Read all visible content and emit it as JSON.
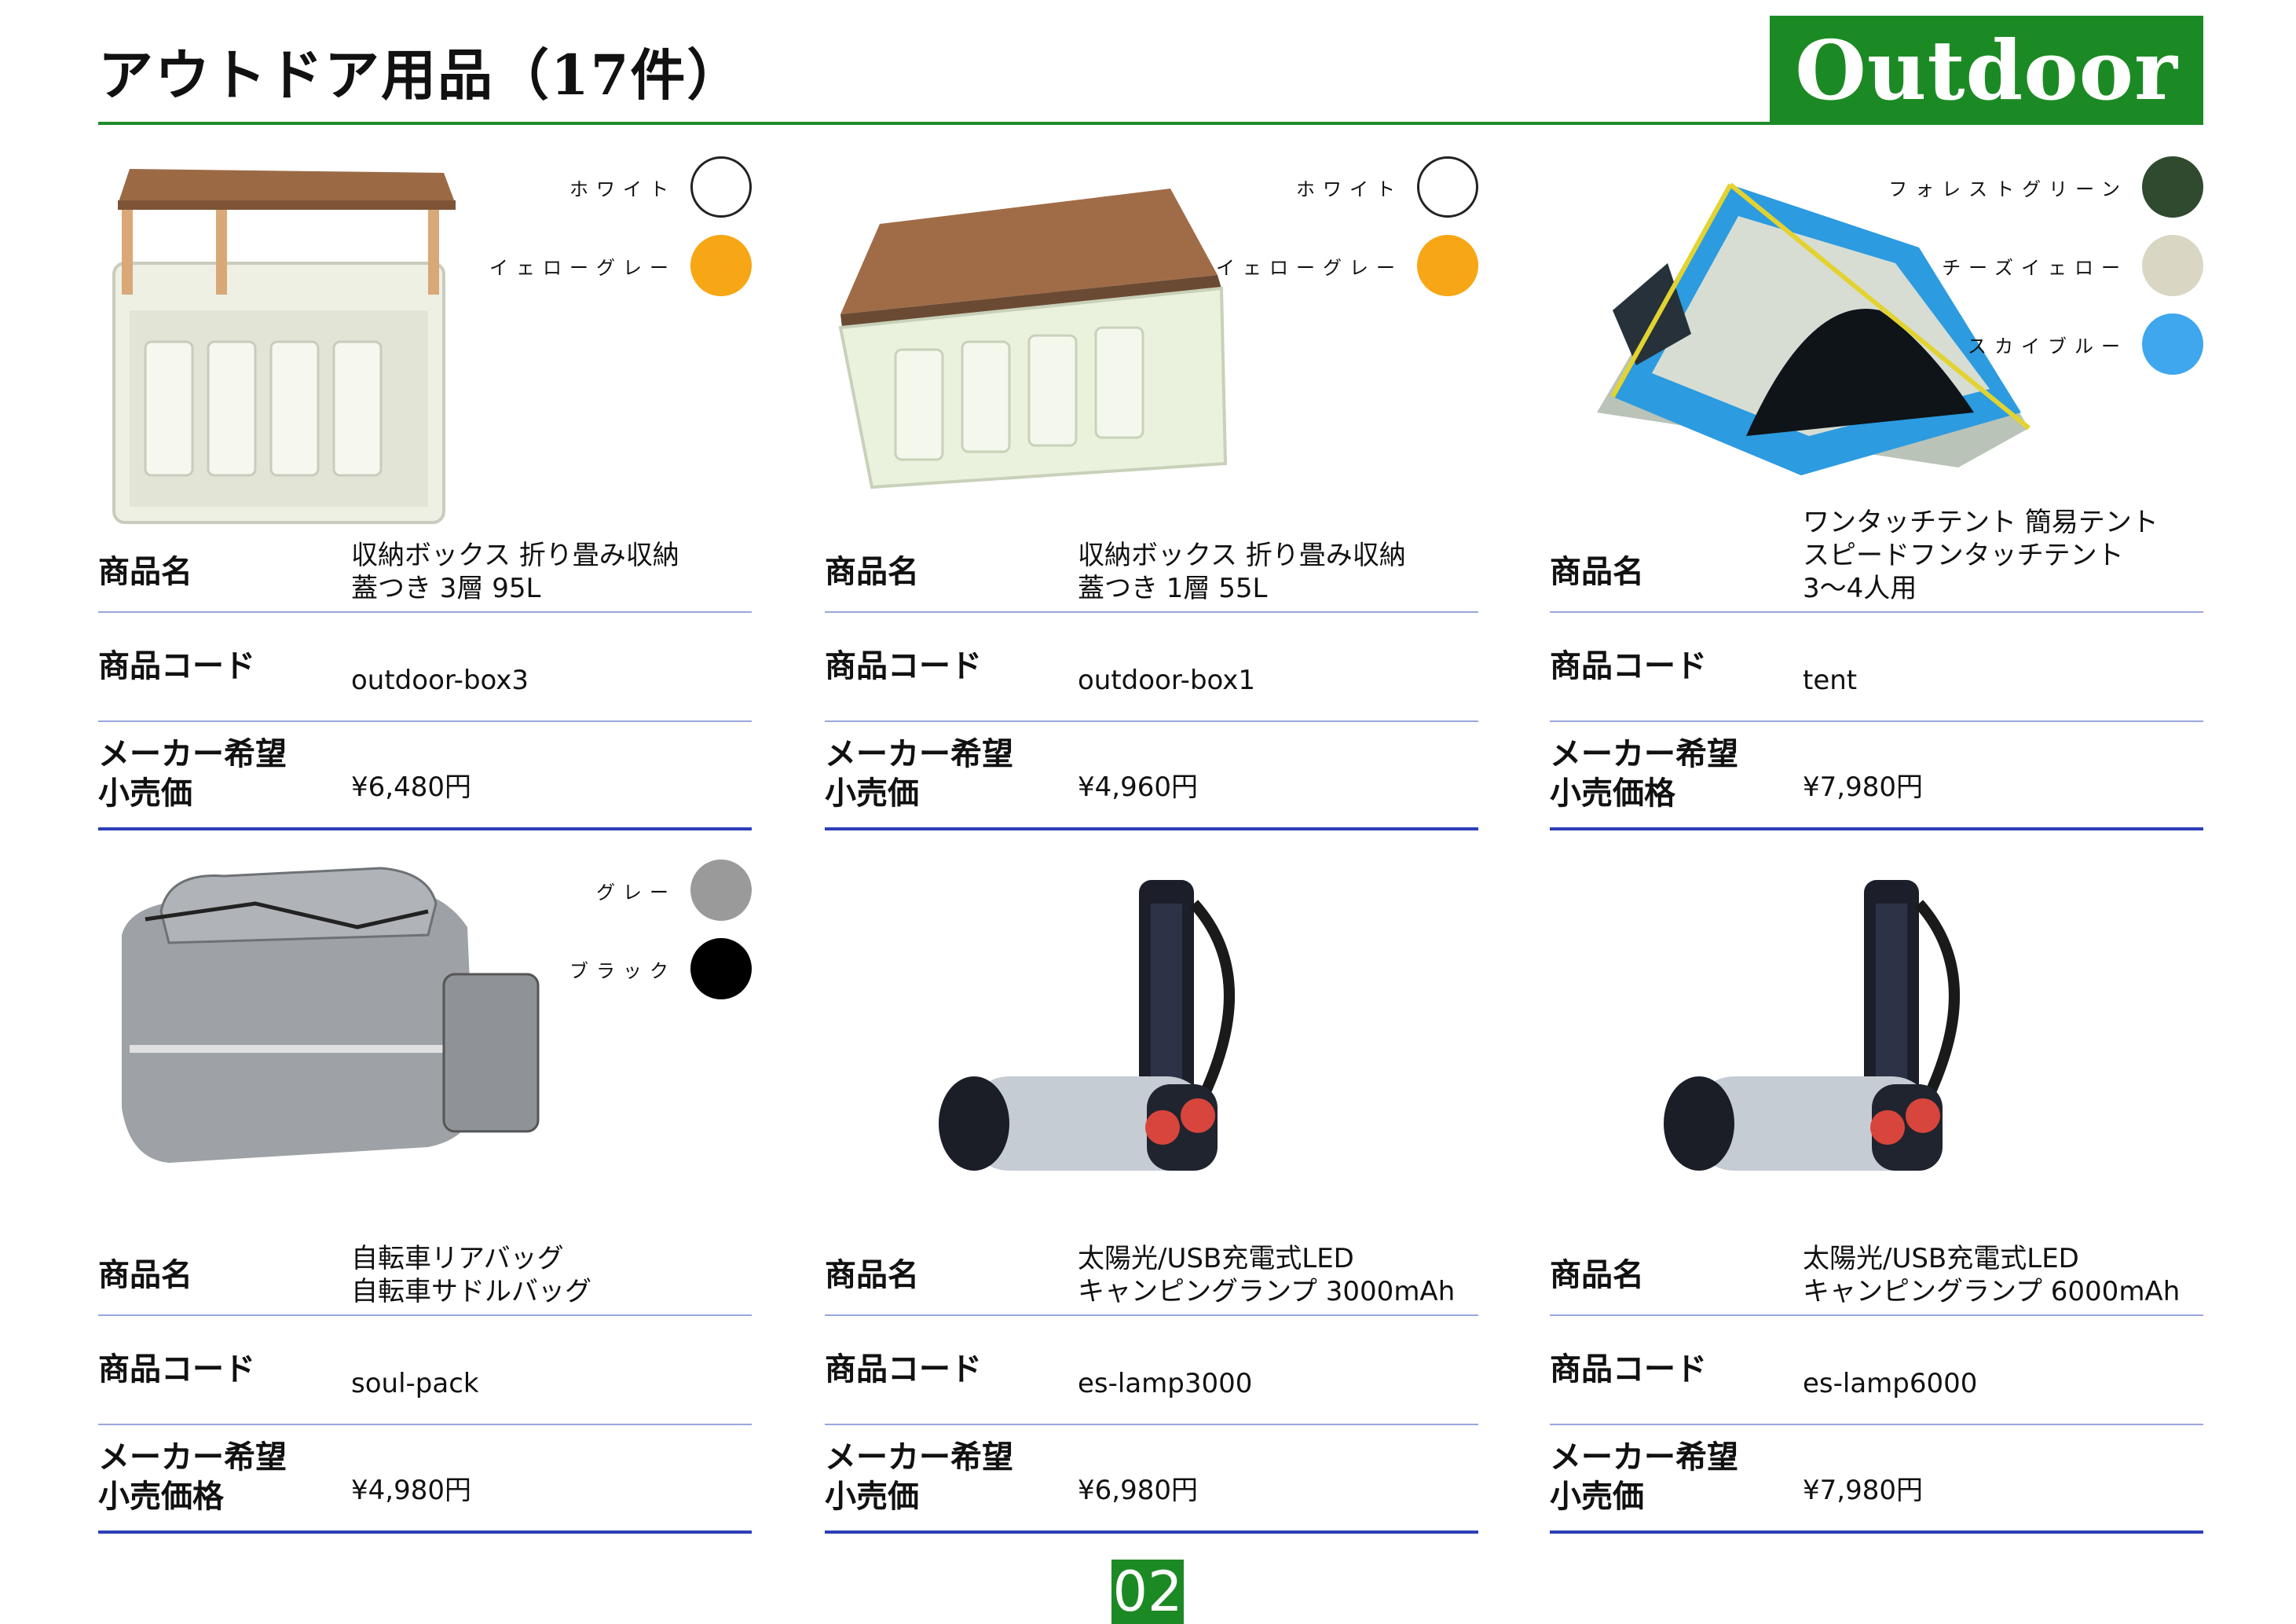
{
  "header": {
    "title": "アウトドア用品（17件）",
    "brand": "Outdoor"
  },
  "labels": {
    "name": "商品名",
    "code": "商品コード",
    "price_a": "メーカー希望\n小売価",
    "price_b": "メーカー希望\n小売価格"
  },
  "products": [
    {
      "icon": "storage-box-3tier-image",
      "name": "収納ボックス 折り畳み収納\n蓋つき 3層 95L",
      "code": "outdoor-box3",
      "price_label": "メーカー希望\n小売価",
      "price": "¥6,480円",
      "colors": [
        {
          "name": "ホワイト",
          "hex": "#ffffff"
        },
        {
          "name": "イェローグレー",
          "hex": "#f7a615"
        }
      ]
    },
    {
      "icon": "storage-box-1tier-image",
      "name": "収納ボックス 折り畳み収納\n蓋つき 1層 55L",
      "code": "outdoor-box1",
      "price_label": "メーカー希望\n小売価",
      "price": "¥4,960円",
      "colors": [
        {
          "name": "ホワイト",
          "hex": "#ffffff"
        },
        {
          "name": "イェローグレー",
          "hex": "#f7a615"
        }
      ]
    },
    {
      "icon": "tent-image",
      "name": "ワンタッチテント 簡易テント\nスピードフンタッチテント\n3〜4人用",
      "code": "tent",
      "price_label": "メーカー希望\n小売価格",
      "price": "¥7,980円",
      "colors": [
        {
          "name": "フォレストグリーン",
          "hex": "#2f4a2e"
        },
        {
          "name": "チーズイェロー",
          "hex": "#d9d6c4"
        },
        {
          "name": "スカイブルー",
          "hex": "#3ea7ee"
        }
      ]
    },
    {
      "icon": "bike-bag-image",
      "name": "自転車リアバッグ\n自転車サドルバッグ",
      "code": "soul-pack",
      "price_label": "メーカー希望\n小売価格",
      "price": "¥4,980円",
      "colors": [
        {
          "name": "グレー",
          "hex": "#9a9a9a"
        },
        {
          "name": "ブラック",
          "hex": "#000000"
        }
      ]
    },
    {
      "icon": "camping-lamp-image",
      "name": "太陽光/USB充電式LED\nキャンピングランプ 3000mAh",
      "code": "es-lamp3000",
      "price_label": "メーカー希望\n小売価",
      "price": "¥6,980円",
      "colors": []
    },
    {
      "icon": "camping-lamp-image",
      "name": "太陽光/USB充電式LED\nキャンピングランプ 6000mAh",
      "code": "es-lamp6000",
      "price_label": "メーカー希望\n小売価",
      "price": "¥7,980円",
      "colors": []
    }
  ],
  "footer": {
    "page_number": "02"
  }
}
